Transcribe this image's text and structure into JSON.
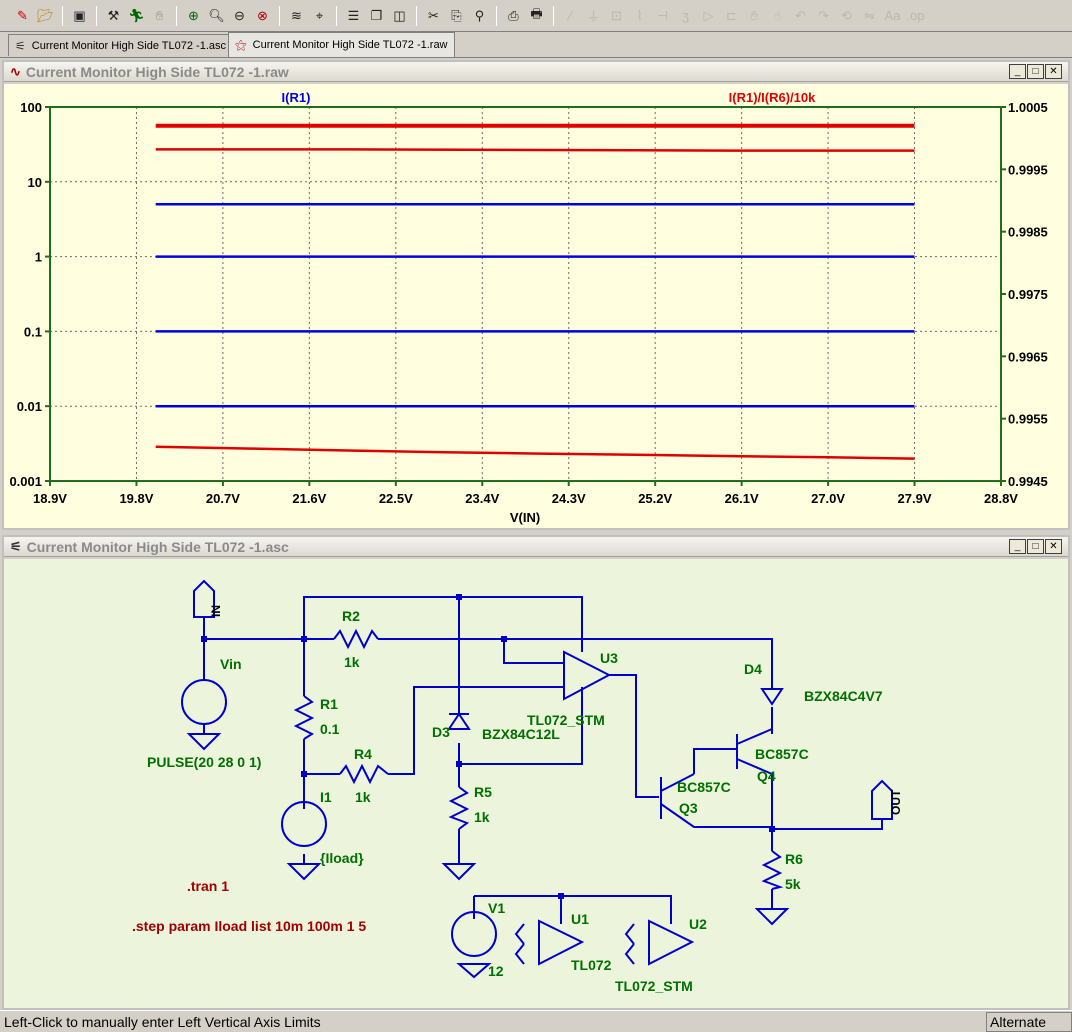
{
  "toolbar": {
    "icons": [
      "new-schematic-icon",
      "open-icon",
      "save-icon",
      "control-panel-icon",
      "run-icon",
      "pan-icon",
      "zoom-in-icon",
      "zoom-area-icon",
      "zoom-out-icon",
      "zoom-cancel-icon",
      "autorange-icon",
      "cursor-icon",
      "tile-horizontal-icon",
      "cascade-icon",
      "tile-vertical-icon",
      "cut-icon",
      "copy-icon",
      "find-icon",
      "print-setup-icon",
      "print-icon",
      "draw-wire-icon",
      "ground-icon",
      "label-icon",
      "resistor-icon",
      "capacitor-icon",
      "inductor-icon",
      "diode-icon",
      "component-icon",
      "move-icon",
      "drag-icon",
      "undo-icon",
      "redo-icon",
      "rotate-icon",
      "mirror-icon",
      "text-icon",
      "spice-directive-icon"
    ]
  },
  "tabs": [
    {
      "label": "Current Monitor High Side TL072 -1.asc",
      "icon": "schematic-icon"
    },
    {
      "label": "Current Monitor High Side TL072 -1.raw",
      "icon": "waveform-icon"
    }
  ],
  "plot_window": {
    "title": "Current Monitor High Side TL072 -1.raw",
    "trace_left_label": "I(R1)",
    "trace_right_label": "I(R1)/I(R6)/10k",
    "trace_left_color": "#0000e0",
    "trace_right_color": "#e00000",
    "xlabel": "V(IN)"
  },
  "chart_data": {
    "type": "line",
    "title": "",
    "xlabel": "V(IN)",
    "x_ticks": [
      "18.9V",
      "19.8V",
      "20.7V",
      "21.6V",
      "22.5V",
      "23.4V",
      "24.3V",
      "25.2V",
      "26.1V",
      "27.0V",
      "27.9V",
      "28.8V"
    ],
    "xlim": [
      18.9,
      28.8
    ],
    "left_axis": {
      "scale": "log",
      "ylim": [
        0.001,
        100
      ],
      "ticks": [
        "100",
        "10",
        "1",
        "0.1",
        "0.01",
        "0.001"
      ]
    },
    "right_axis": {
      "scale": "linear",
      "ylim": [
        0.9945,
        1.0005
      ],
      "ticks": [
        "1.0005",
        "0.9995",
        "0.9985",
        "0.9975",
        "0.9965",
        "0.9955",
        "0.9945"
      ]
    },
    "grid": true,
    "series": [
      {
        "name": "I(R1)",
        "axis": "left",
        "color": "#0000e0",
        "x": [
          20.0,
          27.9
        ],
        "y": [
          5.0,
          5.0
        ]
      },
      {
        "name": "I(R1)",
        "axis": "left",
        "color": "#0000e0",
        "x": [
          20.0,
          27.9
        ],
        "y": [
          1.0,
          1.0
        ]
      },
      {
        "name": "I(R1)",
        "axis": "left",
        "color": "#0000e0",
        "x": [
          20.0,
          27.9
        ],
        "y": [
          0.1,
          0.1
        ]
      },
      {
        "name": "I(R1)",
        "axis": "left",
        "color": "#0000e0",
        "x": [
          20.0,
          27.9
        ],
        "y": [
          0.01,
          0.01
        ]
      },
      {
        "name": "I(R1)/I(R6)/10k",
        "axis": "right",
        "color": "#e00000",
        "width": 4,
        "x": [
          20.0,
          27.9
        ],
        "y": [
          1.0002,
          1.0002
        ]
      },
      {
        "name": "I(R1)/I(R6)/10k",
        "axis": "right",
        "color": "#e00000",
        "x": [
          20.0,
          22.0,
          24.0,
          26.0,
          27.9
        ],
        "y": [
          0.99982,
          0.99982,
          0.99981,
          0.9998,
          0.9998
        ]
      },
      {
        "name": "I(R1)/I(R6)/10k",
        "axis": "right",
        "color": "#e00000",
        "x": [
          20.0,
          21.0,
          22.0,
          23.0,
          24.0,
          25.0,
          26.0,
          27.0,
          27.9
        ],
        "y": [
          0.99505,
          0.99502,
          0.99499,
          0.99496,
          0.99494,
          0.99492,
          0.9949,
          0.99488,
          0.99486
        ]
      }
    ]
  },
  "schematic_window": {
    "title": "Current Monitor High Side TL072 -1.asc",
    "labels": {
      "in_port": "IN",
      "out_port": "OUT",
      "vin": "Vin",
      "vin_value": "PULSE(20 28 0 1)",
      "r1": "R1",
      "r1_value": "0.1",
      "r2": "R2",
      "r2_value": "1k",
      "r4": "R4",
      "r4_value": "1k",
      "r5": "R5",
      "r5_value": "1k",
      "r6": "R6",
      "r6_value": "5k",
      "i1": "I1",
      "i1_value": "{Iload}",
      "d3": "D3",
      "d3_value": "BZX84C12L",
      "d4": "D4",
      "d4_value": "BZX84C4V7",
      "u3": "U3",
      "u3_value": "TL072_STM",
      "q3": "Q3",
      "q3_value": "BC857C",
      "q4": "Q4",
      "q4_value": "BC857C",
      "v1": "V1",
      "v1_value": "12",
      "u1": "U1",
      "u1_value": "TL072",
      "u2": "U2",
      "u2_value": "TL072_STM",
      "directive_tran": ".tran 1",
      "directive_step": ".step param Iload list 10m 100m 1 5"
    }
  },
  "status": {
    "text": "Left-Click to manually enter Left Vertical Axis Limits",
    "mode": "Alternate"
  }
}
